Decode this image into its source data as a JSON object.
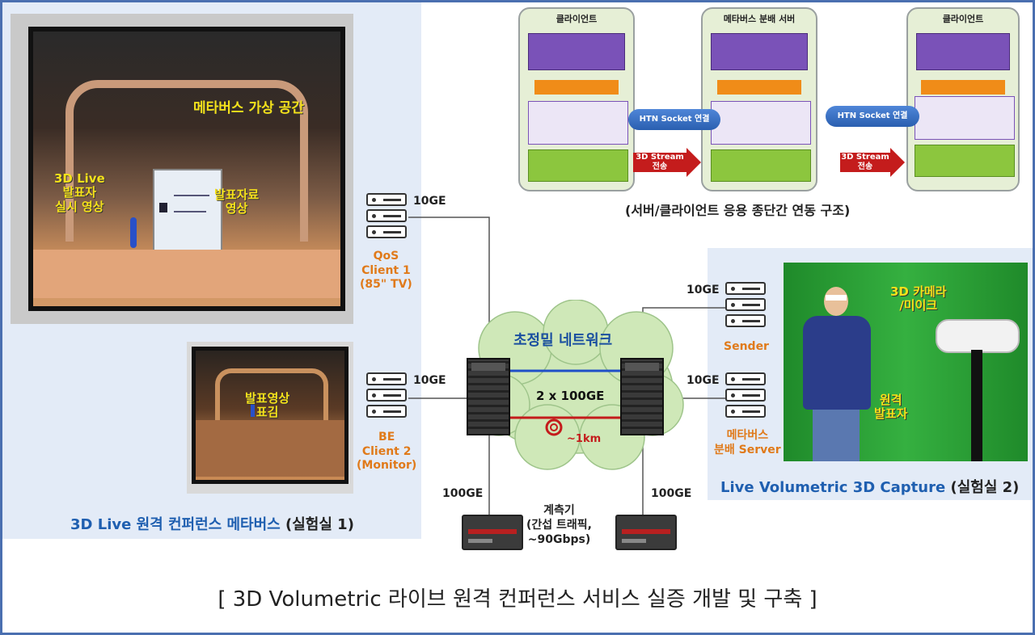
{
  "metaverse_panel": {
    "big_screen_label": "메타버스 가상 공간",
    "presenter_label_lines": [
      "3D Live",
      "발표자",
      "실시 영상"
    ],
    "slides_label_lines": [
      "발표자료",
      "영상"
    ],
    "monitor_label_lines": [
      "발표영상",
      "표김"
    ],
    "caption_blue": "3D Live 원격 컨퍼런스 메타버스",
    "caption_dark": "(실험실 1)"
  },
  "clients": {
    "qos_lines": [
      "QoS",
      "Client 1",
      "(85\" TV)"
    ],
    "be_lines": [
      "BE",
      "Client 2",
      "(Monitor)"
    ]
  },
  "network": {
    "cloud_label": "초정밀 네트워크",
    "link_label": "2 x 100GE",
    "distance_label": "~1km",
    "link_left_top": "10GE",
    "link_left_bottom": "10GE",
    "link_right_top": "10GE",
    "link_right_bottom": "10GE",
    "link_down_left": "100GE",
    "link_down_right": "100GE",
    "meter_lines": [
      "계측기",
      "(간섭 트래픽,",
      "~90Gbps)"
    ],
    "colors": {
      "blue_link": "#1f4fc8",
      "red_link": "#c41c1c",
      "cloud": "#cfe8b8"
    }
  },
  "capture_panel": {
    "camera_label_lines": [
      "3D 카메라",
      "/미이크"
    ],
    "remote_presenter_lines": [
      "원격",
      "발표자"
    ],
    "sender_label": "Sender",
    "server_lines": [
      "메타버스",
      "분배 Server"
    ],
    "caption_blue": "Live Volumetric 3D Capture",
    "caption_dark": "(실험실 2)"
  },
  "architecture": {
    "caption": "(서버/클라이언트 응용 종단간 연동 구조)",
    "col_left_title": "클라이언트",
    "col_mid_title": "메타버스 분배 서버",
    "col_right_title": "클라이언트",
    "tube_left": "HTN Socket 연결",
    "tube_right": "HTN Socket 연결",
    "arrow_left_lines": [
      "3D Stream",
      "전송"
    ],
    "arrow_right_lines": [
      "3D Stream",
      "전송"
    ]
  },
  "main_title": "[ 3D Volumetric 라이브 원격 컨퍼런스 서비스 실증 개발 및 구축 ]"
}
